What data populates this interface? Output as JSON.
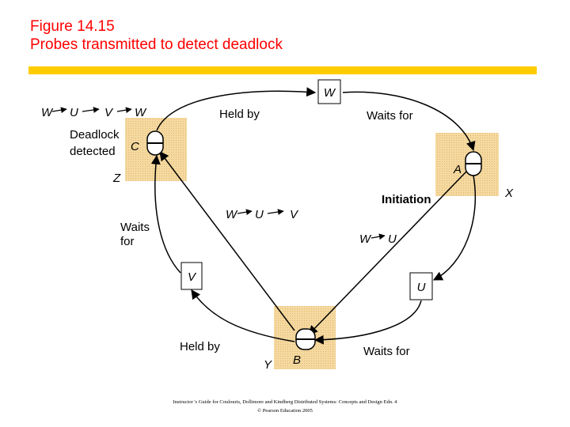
{
  "title_line1": "Figure 14.15",
  "title_line2": "Probes transmitted to detect deadlock",
  "colors": {
    "title": "#ff0000",
    "rule": "#ffcc00",
    "site": "#f5d9a0"
  },
  "sites": [
    {
      "id": "X",
      "process": "A"
    },
    {
      "id": "Y",
      "process": "B"
    },
    {
      "id": "Z",
      "process": "C"
    }
  ],
  "objects": [
    "W",
    "U",
    "V"
  ],
  "edges": [
    {
      "from": "C",
      "to": "W",
      "label": "Held by"
    },
    {
      "from": "W",
      "to": "A",
      "label": "Waits for"
    },
    {
      "from": "A",
      "to": "U",
      "label": ""
    },
    {
      "from": "U",
      "to": "B",
      "label": "Waits for"
    },
    {
      "from": "B",
      "to": "V",
      "label": "Held by"
    },
    {
      "from": "V",
      "to": "C",
      "label": "Waits for"
    }
  ],
  "probes": {
    "a_to_b": [
      "W",
      "U"
    ],
    "b_to_c": [
      "W",
      "U",
      "V"
    ],
    "detected": [
      "W",
      "U",
      "V",
      "W"
    ]
  },
  "labels": {
    "initiation": "Initiation",
    "deadlock_line1": "Deadlock",
    "deadlock_line2": "detected",
    "waits_line1": "Waits",
    "waits_line2": "for"
  },
  "footer_line1": "Instructor 's Guide for  Coulouris, Dollimore and  Kindberg   Distributed Systems: Concepts and Design     Edn. 4",
  "footer_line2": "© Pearson Education 2005"
}
